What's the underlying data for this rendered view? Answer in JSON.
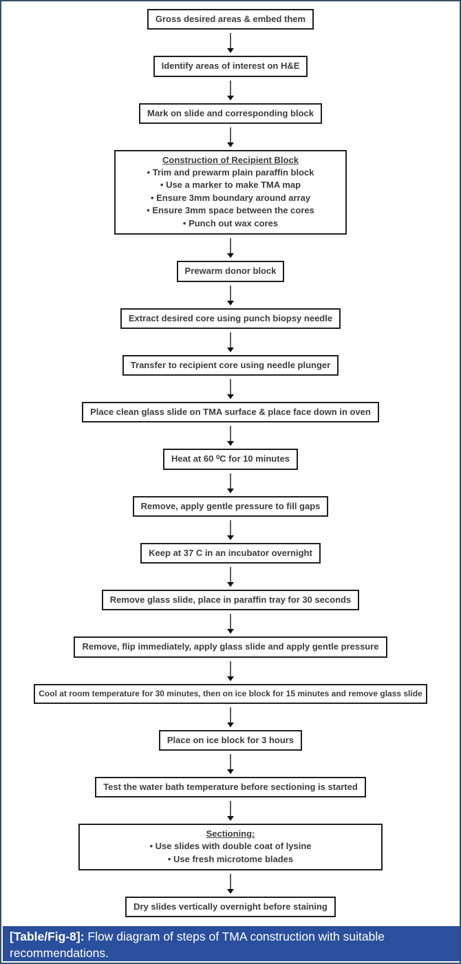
{
  "figure": {
    "caption_label": "[Table/Fig-8]:",
    "caption_text": " Flow diagram of steps of TMA construction with suitable recommendations."
  },
  "colors": {
    "caption_bg": "#2a4f9c",
    "outer_border": "#31506b",
    "box_border": "#1f1f1f",
    "box_text": "#3c3c3c"
  },
  "flow": {
    "nodes": [
      {
        "text": "Gross desired areas & embed them"
      },
      {
        "text": "Identify areas of interest on H&E"
      },
      {
        "text": "Mark on slide and corresponding block"
      },
      {
        "title": "Construction of Recipient Block",
        "items": [
          "Trim and prewarm plain paraffin block",
          "Use a marker to make TMA map",
          "Ensure 3mm boundary around array",
          "Ensure 3mm space between the cores",
          "Punch out wax cores"
        ]
      },
      {
        "text": "Prewarm donor block"
      },
      {
        "text": "Extract desired core using punch biopsy needle"
      },
      {
        "text": "Transfer to recipient core using needle plunger"
      },
      {
        "text": "Place clean glass slide on TMA surface & place face down in oven"
      },
      {
        "text": "Heat at 60 ⁰C for 10 minutes"
      },
      {
        "text": "Remove, apply gentle pressure to fill gaps"
      },
      {
        "text": "Keep at 37 C in an incubator overnight"
      },
      {
        "text": "Remove glass slide, place in paraffin tray for 30 seconds"
      },
      {
        "text": "Remove, flip immediately,  apply glass slide and apply gentle pressure"
      },
      {
        "text": "Cool at room temperature for 30 minutes, then on ice block for 15 minutes and remove glass slide"
      },
      {
        "text": "Place on ice block for 3 hours"
      },
      {
        "text": "Test the water bath temperature before sectioning is started"
      },
      {
        "title": "Sectioning:",
        "items": [
          "Use slides with double coat of lysine",
          "Use fresh microtome blades"
        ]
      },
      {
        "text": "Dry slides vertically overnight before staining"
      }
    ]
  }
}
